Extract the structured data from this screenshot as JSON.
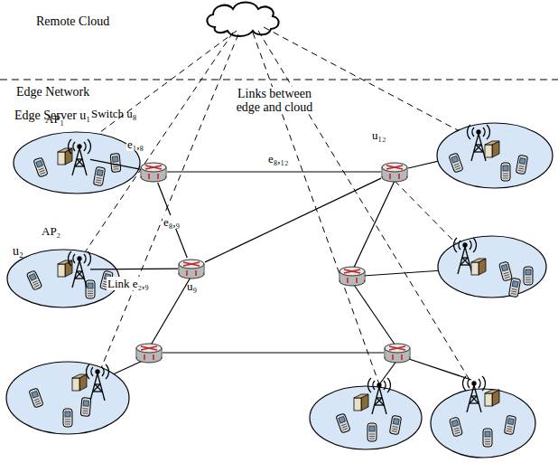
{
  "diagram": {
    "nodes": [
      {
        "text": [
          "Switch u₈"
        ]
      },
      {
        "text": [
          "u₉"
        ]
      },
      {
        "text": [
          "u₁₂"
        ]
      },
      {
        "text": [
          "AP₁"
        ]
      },
      {
        "text": [
          "AP₂"
        ]
      }
    ],
    "edges": [
      {
        "from": 3,
        "to": 0,
        "label": "e₁,₈",
        "arrow": "none"
      },
      {
        "from": 4,
        "to": 1,
        "label": "Link e₂,₉",
        "arrow": "none"
      },
      {
        "from": 0,
        "to": 1,
        "label": "e₈,₉",
        "arrow": "none"
      },
      {
        "from": 0,
        "to": 2,
        "label": "e₈,₁₂",
        "arrow": "none"
      },
      {
        "from": 1,
        "to": 2,
        "arrow": "none"
      }
    ],
    "labels": [
      "Remote Cloud",
      "Edge Network",
      "Edge Server u₁",
      "Links between edge and cloud",
      "u₂"
    ]
  }
}
